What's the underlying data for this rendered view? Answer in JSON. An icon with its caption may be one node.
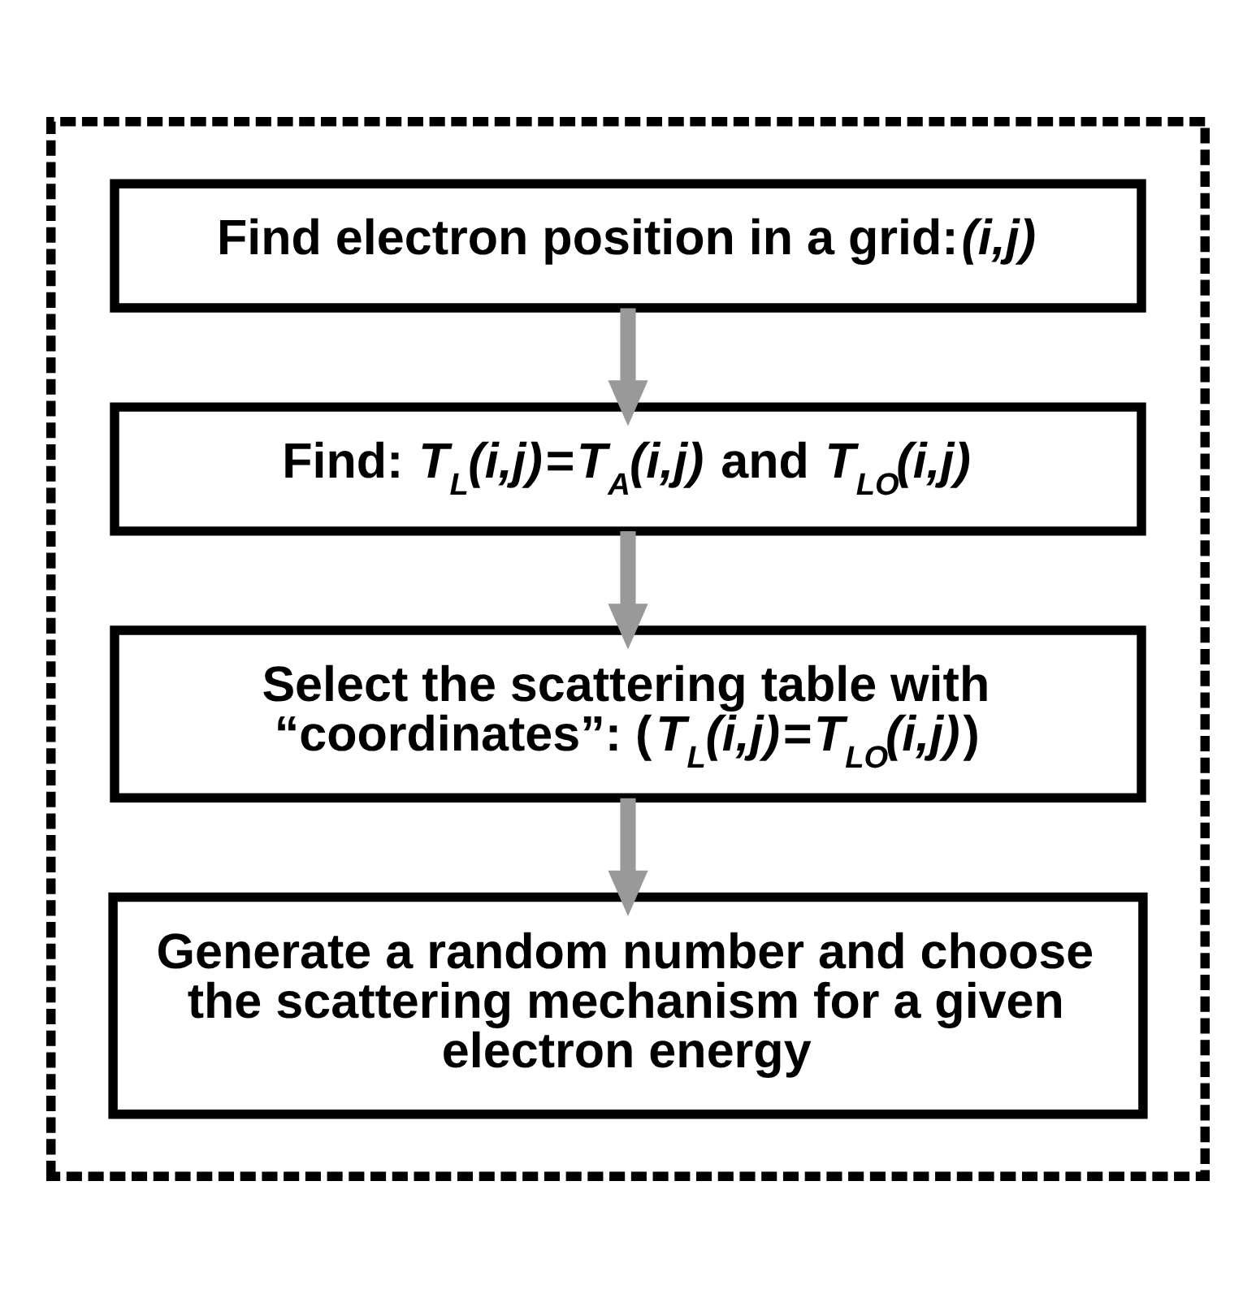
{
  "diagram": {
    "nodes": [
      {
        "text": [],
        "shape": "box"
      },
      {
        "text": [
          "Find electron position in a grid:*(i,j)*"
        ],
        "in": 0
      },
      {
        "text": [
          "Find: *T*$_{L}$*(i,j)*=*T*$_{A}$*(i,j)* and *T*$_{LO}$*(i,j)*"
        ],
        "in": 0
      },
      {
        "text": [
          "Select the scattering table with “coordinates”: (*T*$_{L}$*(i,j)*=*T*$_{LO}$*(i,j)*)"
        ],
        "in": 0
      },
      {
        "text": [
          "Generate a random number and choose the scattering mechanism for a given electron energy"
        ],
        "in": 0
      }
    ],
    "edges": [
      {
        "from": 1,
        "to": 2,
        "arrow": "to"
      },
      {
        "from": 2,
        "to": 3,
        "arrow": "to"
      },
      {
        "from": 3,
        "to": 4,
        "arrow": "to"
      }
    ]
  }
}
